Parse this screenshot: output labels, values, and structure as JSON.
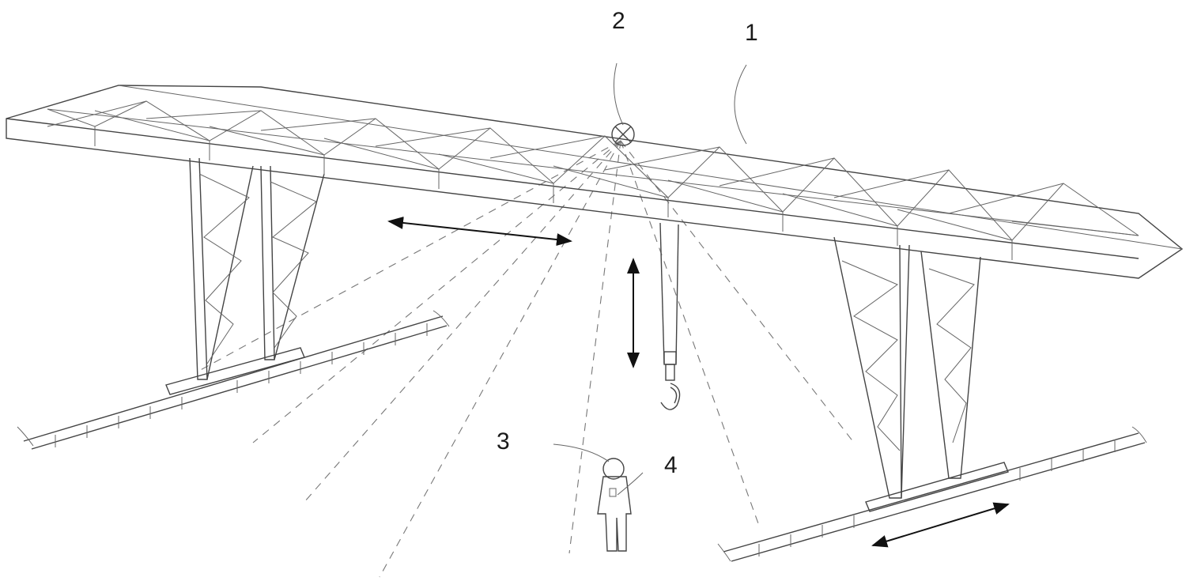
{
  "figure": {
    "callouts": [
      {
        "id": "1",
        "label": "1"
      },
      {
        "id": "2",
        "label": "2"
      },
      {
        "id": "3",
        "label": "3"
      },
      {
        "id": "4",
        "label": "4"
      }
    ],
    "colors": {
      "line": "#444444",
      "dashed_beam": "#777777",
      "arrow": "#111111",
      "background": "#ffffff"
    }
  }
}
